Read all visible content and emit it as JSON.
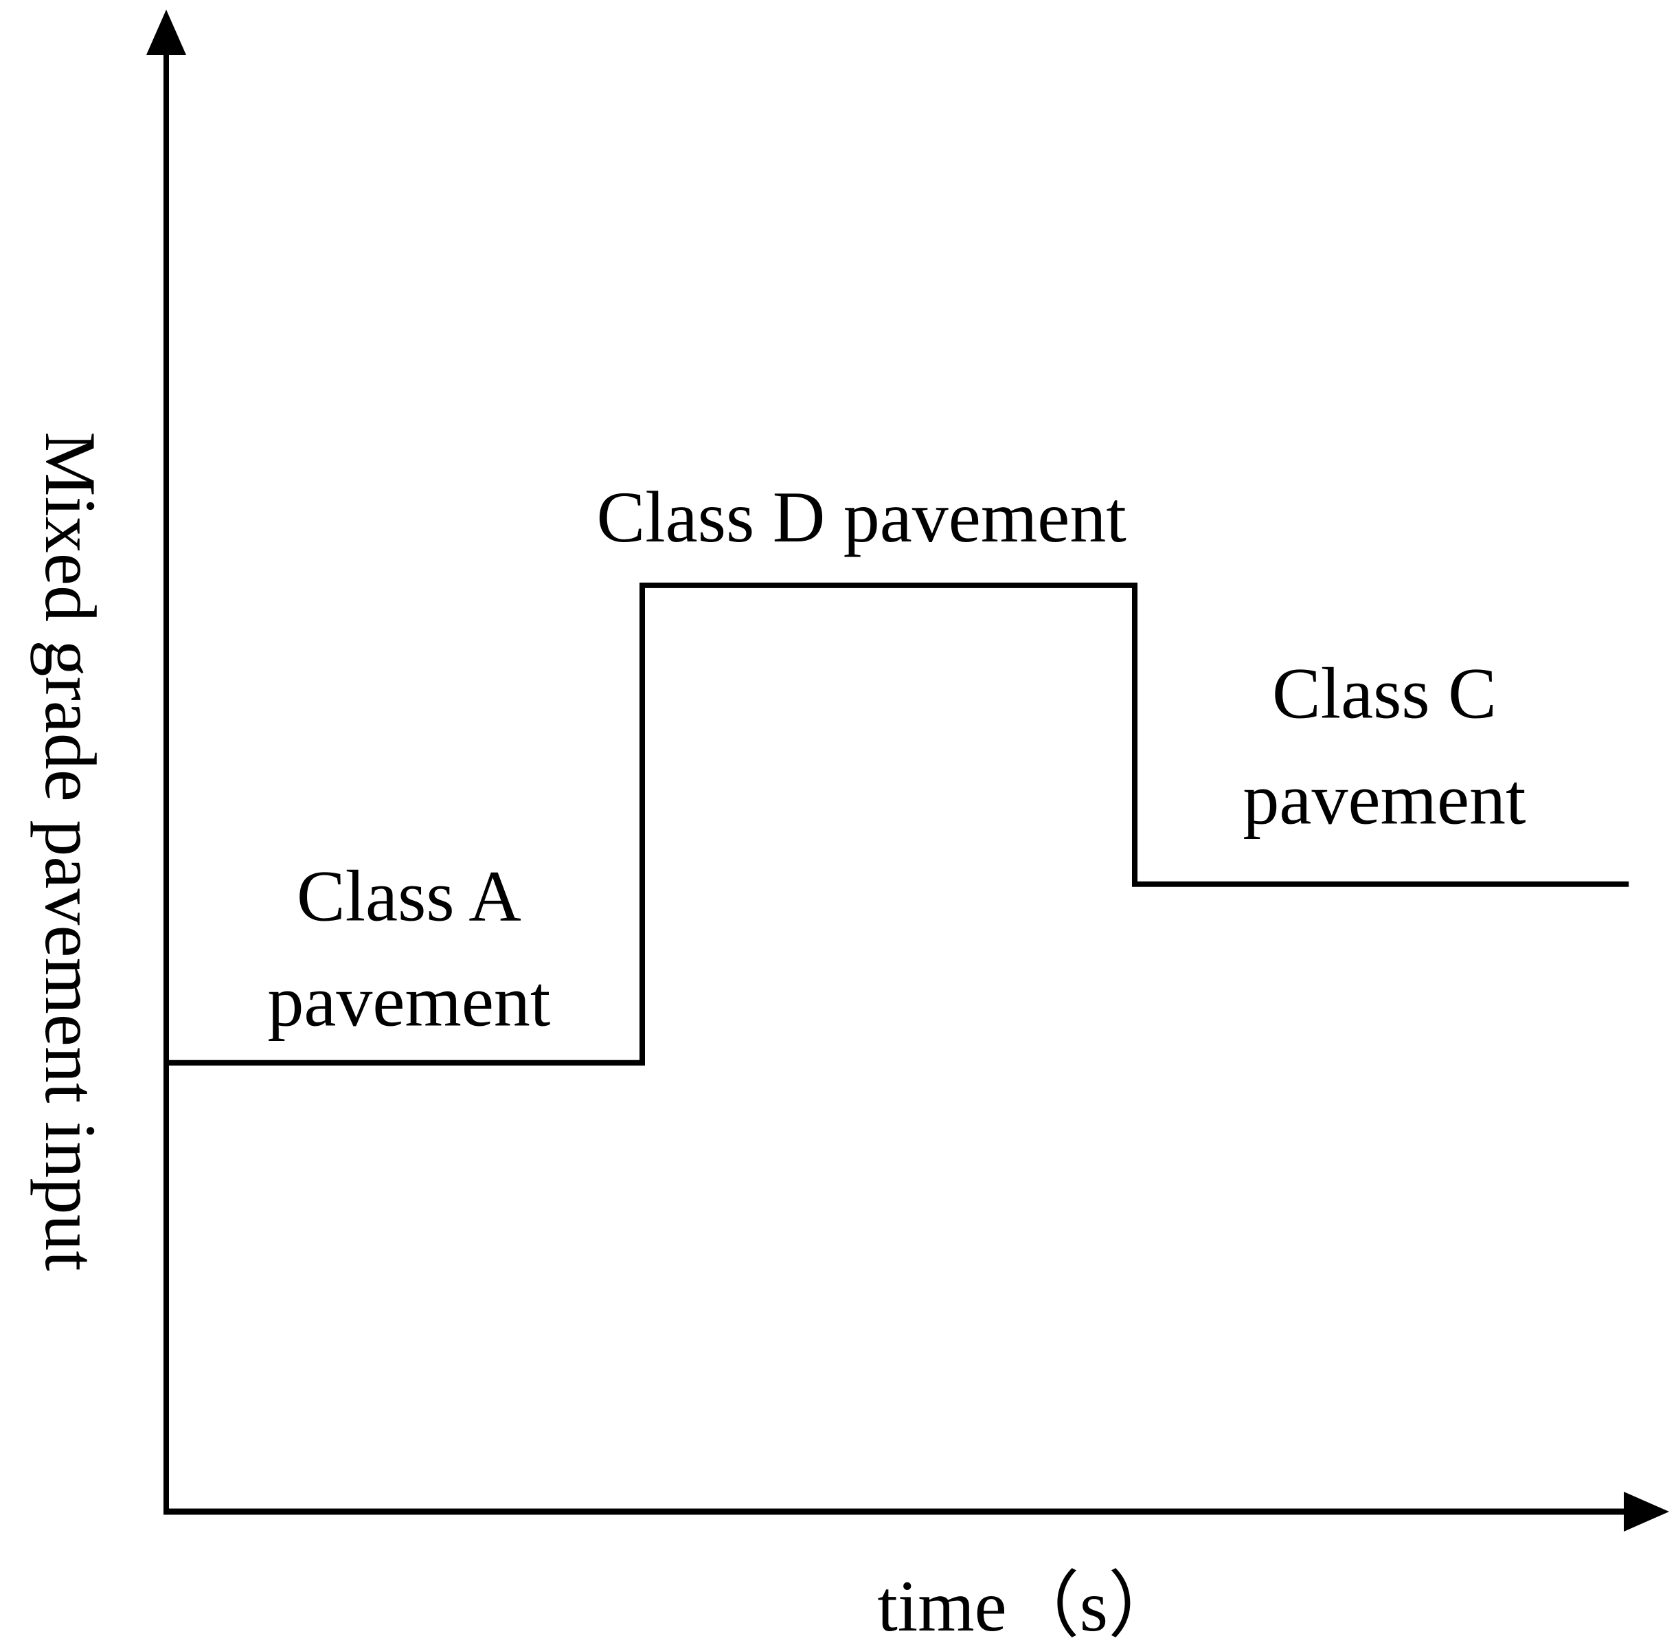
{
  "figure": {
    "background_color": "#ffffff",
    "line_color": "#000000"
  },
  "chart_data": {
    "type": "line",
    "subtype": "step",
    "title": "",
    "xlabel": "time（s）",
    "ylabel": "Mixed grade pavement input",
    "grid": false,
    "legend": null,
    "x_axis": {
      "ticks": [],
      "arrow": true
    },
    "y_axis": {
      "ticks": [],
      "arrow": true
    },
    "series": [
      {
        "color": "#000000",
        "points_frac": [
          [
            0.0,
            0.299
          ],
          [
            0.317,
            0.299
          ],
          [
            0.317,
            0.617
          ],
          [
            0.645,
            0.617
          ],
          [
            0.645,
            0.418
          ],
          [
            0.974,
            0.418
          ]
        ]
      }
    ],
    "annotations": [
      {
        "id": "classA",
        "lines": [
          "Class A",
          "pavement"
        ],
        "level_frac": 0.299,
        "pos_frac": [
          0.244,
          0.576
        ]
      },
      {
        "id": "classD",
        "lines": [
          "Class D pavement"
        ],
        "level_frac": 0.617,
        "pos_frac": [
          0.514,
          0.314
        ]
      },
      {
        "id": "classC",
        "lines": [
          "Class C",
          "pavement"
        ],
        "level_frac": 0.418,
        "pos_frac": [
          0.826,
          0.453
        ]
      }
    ]
  }
}
